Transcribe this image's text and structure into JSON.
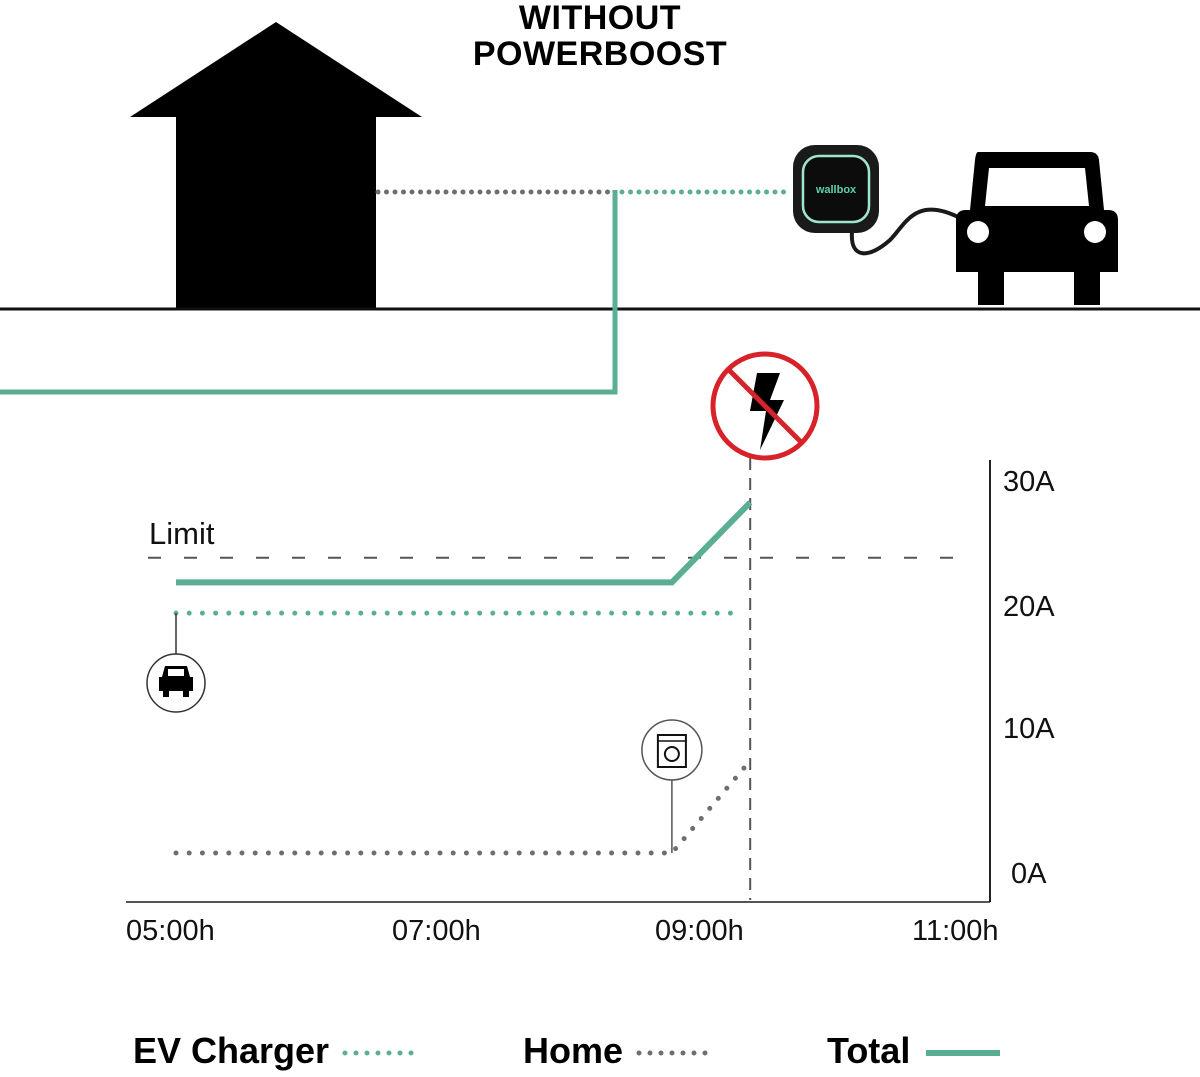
{
  "title": {
    "line1": "WITHOUT",
    "line2": "POWERBOOST"
  },
  "charger": {
    "brand": "wallbox"
  },
  "colors": {
    "ev": "#5aae94",
    "home": "#6e6e6e",
    "total": "#5aae94",
    "limit": "#555555",
    "alert": "#d8222a"
  },
  "icons": {
    "alert": "no-power-icon",
    "car": "car-icon",
    "washer": "washing-machine-icon",
    "house": "house-icon",
    "charger": "wallbox-charger-icon"
  },
  "chart_data": {
    "type": "line",
    "title": "Without Powerboost",
    "xlabel": "",
    "ylabel": "",
    "x_ticks": [
      "05:00h",
      "07:00h",
      "09:00h",
      "11:00h"
    ],
    "y_ticks": [
      "0A",
      "10A",
      "20A",
      "30A"
    ],
    "xlim_hours": [
      5,
      11
    ],
    "ylim": [
      0,
      30
    ],
    "limit": {
      "label": "Limit",
      "value": 24
    },
    "cutoff_time_hours": 9.4,
    "series": [
      {
        "name": "EV Charger",
        "style": "dotted",
        "points": [
          [
            5.0,
            19.5
          ],
          [
            9.3,
            19.5
          ]
        ]
      },
      {
        "name": "Home",
        "style": "dotted",
        "points": [
          [
            5.0,
            0
          ],
          [
            8.8,
            0
          ],
          [
            9.4,
            7.5
          ]
        ]
      },
      {
        "name": "Total",
        "style": "solid",
        "points": [
          [
            5.0,
            22
          ],
          [
            8.8,
            22
          ],
          [
            9.4,
            28.5
          ]
        ]
      }
    ],
    "annotations": [
      {
        "icon": "car-icon",
        "at_hours": 5.0,
        "series": "EV Charger"
      },
      {
        "icon": "washing-machine-icon",
        "at_hours": 8.8,
        "series": "Home"
      },
      {
        "icon": "no-power-icon",
        "at_hours": 9.4
      }
    ],
    "legend": [
      {
        "label": "EV Charger",
        "style": "dotted-green"
      },
      {
        "label": "Home",
        "style": "dotted-gray"
      },
      {
        "label": "Total",
        "style": "solid-green"
      }
    ],
    "legend_position": "bottom"
  }
}
